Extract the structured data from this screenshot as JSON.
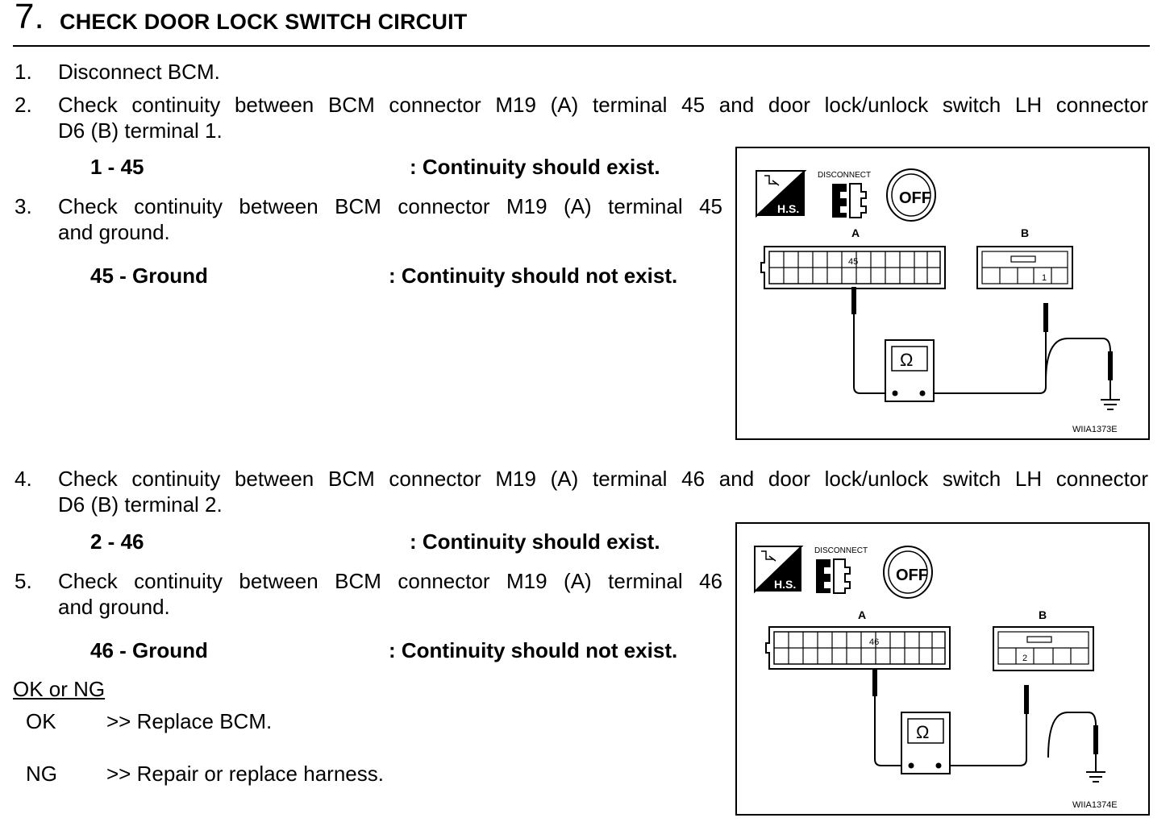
{
  "header": {
    "step_number": "7.",
    "title": "CHECK DOOR LOCK SWITCH CIRCUIT"
  },
  "steps": [
    {
      "num": "1.",
      "line1": "Disconnect BCM."
    },
    {
      "num": "2.",
      "line1": "Check continuity between BCM connector M19 (A) terminal 45 and door lock/unlock switch LH connector",
      "line2": "D6 (B) terminal 1."
    },
    {
      "num": "3.",
      "line1": "Check continuity between BCM connector M19 (A) terminal 45",
      "line2": "and ground."
    },
    {
      "num": "4.",
      "line1": "Check continuity between BCM connector M19 (A) terminal 46 and door lock/unlock switch LH connector",
      "line2": "D6 (B) terminal 2."
    },
    {
      "num": "5.",
      "line1": "Check continuity between BCM connector M19 (A) terminal 46",
      "line2": "and ground."
    }
  ],
  "specs": [
    {
      "terminals": "1 - 45",
      "result": ": Continuity should exist."
    },
    {
      "terminals": "45 - Ground",
      "result": ": Continuity should not exist."
    },
    {
      "terminals": "2 - 46",
      "result": ": Continuity should exist."
    },
    {
      "terminals": "46 - Ground",
      "result": ": Continuity should not exist."
    }
  ],
  "ok_ng": {
    "heading": "OK or NG",
    "results": [
      {
        "key": "OK",
        "action": ">> Replace BCM."
      },
      {
        "key": "NG",
        "action": ">> Repair or replace harness."
      }
    ]
  },
  "figures": [
    {
      "hs_label": "H.S.",
      "disconnect_label": "DISCONNECT",
      "off_label": "OFF",
      "connector_a": "A",
      "connector_b": "B",
      "terminal_a": "45",
      "terminal_b": "1",
      "meter_symbol": "Ω",
      "figure_code": "WIIA1373E"
    },
    {
      "hs_label": "H.S.",
      "disconnect_label": "DISCONNECT",
      "off_label": "OFF",
      "connector_a": "A",
      "connector_b": "B",
      "terminal_a": "46",
      "terminal_b": "2",
      "meter_symbol": "Ω",
      "figure_code": "WIIA1374E"
    }
  ]
}
